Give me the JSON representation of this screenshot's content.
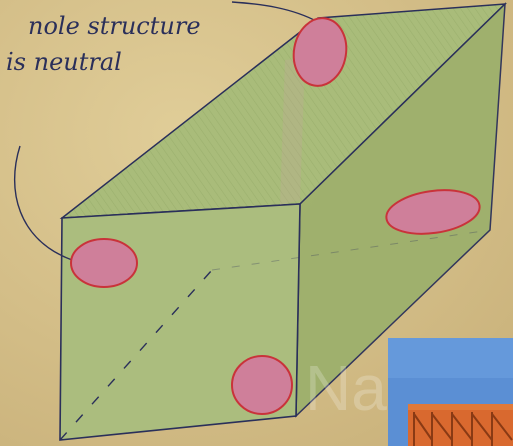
{
  "annotation": {
    "line_1": "nole structure",
    "line_2": "is neutral"
  },
  "watermark": {
    "text": "Nared"
  },
  "colors": {
    "paper": "#d9c48f",
    "cube_fill": "#a6b977",
    "cube_fill_dark": "#9aae6b",
    "ink": "#2a2f5a",
    "dot_fill": "#cf7f9a",
    "dot_stroke": "#c9333a",
    "photo_sky": "#5b8fd4",
    "photo_structure": "#d9692f"
  },
  "icons": {
    "dots": "red-circle",
    "photo": "thumbnail-photo"
  }
}
